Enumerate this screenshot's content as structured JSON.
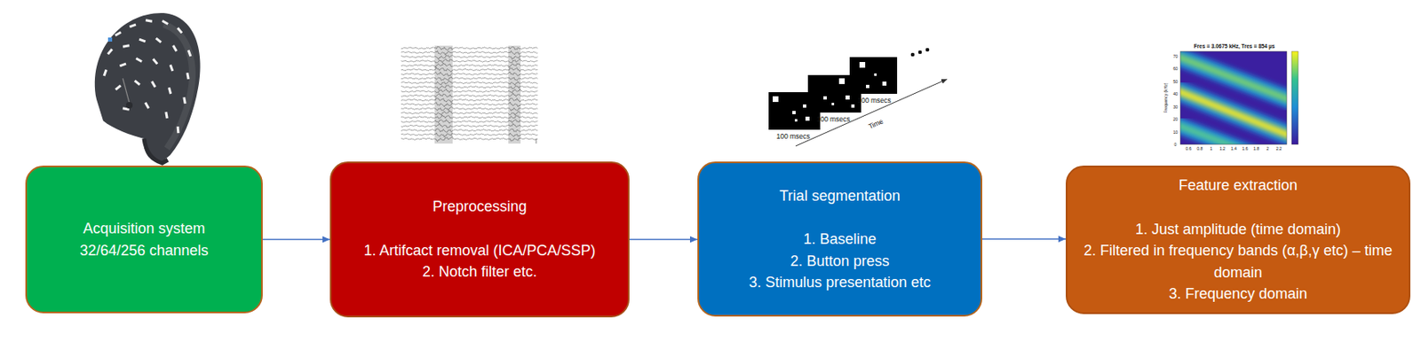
{
  "diagram": {
    "nodes": [
      {
        "text": [
          "Acquisition system",
          "32/64/256 channels"
        ]
      },
      {
        "text": [
          "Preprocessing",
          "1. Artifcact removal (ICA/PCA/SSP)",
          "2. Notch filter etc."
        ]
      },
      {
        "text": [
          "Trial segmentation",
          "1. Baseline",
          "2. Button press",
          "3. Stimulus presentation etc"
        ]
      },
      {
        "text": [
          "Feature extraction",
          "1. Just amplitude (time domain)",
          "2. Filtered in frequency bands (α,β,γ etc) – time domain",
          "3. Frequency domain"
        ]
      }
    ],
    "edges": [
      {
        "from": 0,
        "to": 1,
        "arrow": "to"
      },
      {
        "from": 1,
        "to": 2,
        "arrow": "to"
      },
      {
        "from": 2,
        "to": 3,
        "arrow": "to"
      }
    ],
    "labels": [
      "100 msecs",
      "100 msecs",
      "100 msecs",
      "Time",
      "Fres = 3.0675 kHz, Tres = 854 µs",
      "Frequency (kHz)",
      "0",
      "10",
      "20",
      "30",
      "40",
      "50",
      "60",
      "70",
      "0.6",
      "0.8",
      "1",
      "1.2",
      "1.4",
      "1.6",
      "1.8",
      "2",
      "2.2"
    ]
  }
}
